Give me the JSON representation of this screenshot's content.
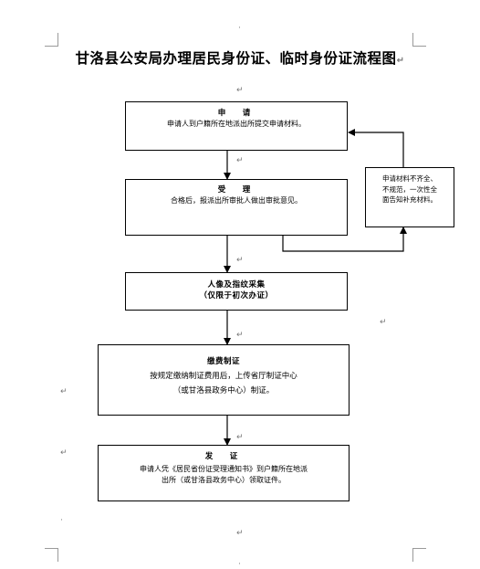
{
  "title": "甘洛县公安局办理居民身份证、临时身份证流程图",
  "step1": {
    "heading": "申　请",
    "text": "申请人到户籍所在地派出所提交申请材料。"
  },
  "step2": {
    "heading": "受　理",
    "text": "合格后，报派出所审批人做出审批意见。"
  },
  "reject": {
    "lines": [
      "申请材料不齐全、",
      "不规范，一次性全",
      "面告知补充材料。"
    ]
  },
  "step3": {
    "heading": "人像及指纹采集",
    "sub": "（仅限于初次办证）"
  },
  "step4": {
    "heading": "缴费制证",
    "lines": [
      "按规定缴纳制证费用后，上传省厅制证中心",
      "（或甘洛县政务中心）制证。"
    ]
  },
  "step5": {
    "heading": "发　证",
    "lines": [
      "申请人凭《居民省份证受理通知书》到户籍所在地派",
      "出所（或甘洛县政务中心）领取证件。"
    ]
  },
  "marks": {
    "para": "↵",
    "dot": "·"
  }
}
